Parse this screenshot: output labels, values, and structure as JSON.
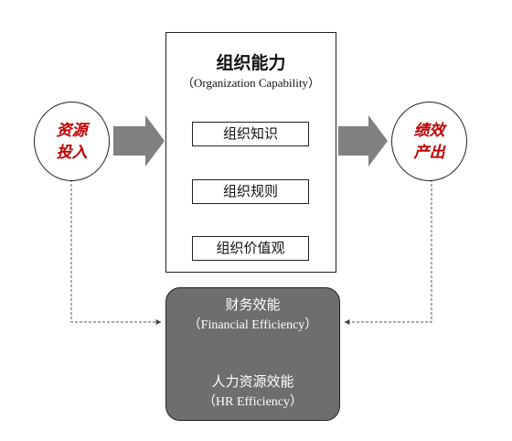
{
  "center": {
    "title_cn": "组织能力",
    "title_en": "（Organization Capability）",
    "layers": [
      "组织知识",
      "组织规则",
      "组织价值观"
    ]
  },
  "input": {
    "line1": "资源",
    "line2": "投入"
  },
  "output": {
    "line1": "绩效",
    "line2": "产出"
  },
  "efficiency": {
    "financial_cn": "财务效能",
    "financial_en": "（Financial Efficiency）",
    "hr_cn": "人力资源效能",
    "hr_en": "（HR Efficiency）"
  },
  "colors": {
    "accent_red": "#c00000",
    "block_arrow": "#808080",
    "efficiency_fill": "#6e6e6e"
  }
}
